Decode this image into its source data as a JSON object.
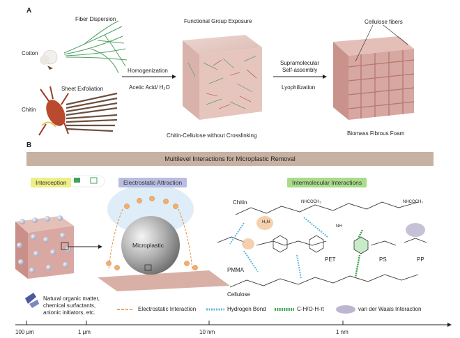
{
  "panel_a": {
    "letter": "A",
    "fiber_dispersion": "Fiber Dispersion",
    "cotton": "Cotton",
    "sheet_exfoliation": "Sheet Exfoliation",
    "chitin": "Chitin",
    "homogenization": "Homogenization",
    "acetic_acid": "Acetic Acid/ H₂O",
    "functional_group_exposure": "Functional Group Exposure",
    "chitin_cellulose": "Chitin-Cellulose without Crosslinking",
    "supramolecular": "Supramolecular",
    "self_assembly": "Self-assembly",
    "lyophilization": "Lyophilization",
    "cellulose_fibers": "Cellulose fibers",
    "biomass_foam": "Biomass Fibrous Foam"
  },
  "panel_b": {
    "letter": "B",
    "banner": "Multilevel Interactions for Microplastic Removal",
    "interception": "Interception",
    "electrostatic_attraction": "Electrostatic Attraction",
    "intermolecular_interactions": "Intermolecular Interactions",
    "microplastic": "Microplastic",
    "chitin": "Chitin",
    "cellulose": "Cellulose",
    "pmma": "PMMA",
    "pet": "PET",
    "ps": "PS",
    "pp": "PP",
    "nhcoch3_1": "NHCOCH₃",
    "nhcoch3_2": "NHCOCH₃",
    "h3n": "H₃N",
    "nh": "NH"
  },
  "legend": {
    "natural_1": "Natural organic matter,",
    "natural_2": "chemical surfactants,",
    "natural_3": "anionic initiators, etc.",
    "electrostatic": "Electrostatic Interaction",
    "hydrogen": "Hydrogen Bond",
    "ch_pi": "C-H/O-H-π",
    "vdw": "van der Waals Interaction"
  },
  "scale": {
    "t1": "100 μm",
    "t2": "1 μm",
    "t3": "10 nm",
    "t4": "1 nm"
  },
  "colors": {
    "foam_pink": "#d9a9a6",
    "banner": "#c7b1a2",
    "electrostatic": "#e08a3c",
    "hydrogen": "#5bb7de",
    "ch_pi": "#3ea552",
    "vdw": "#bdb6cf"
  }
}
